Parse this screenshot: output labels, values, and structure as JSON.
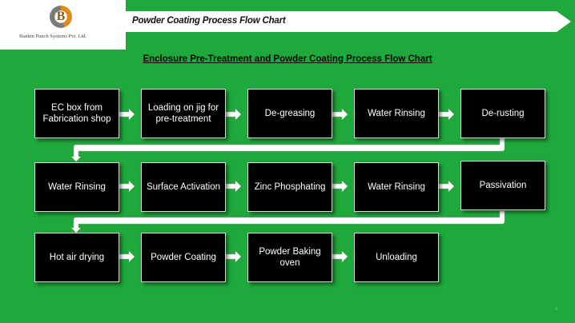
{
  "logo": {
    "letter": "B",
    "company": "Bankin Punch Systems Pvt. Ltd."
  },
  "header": {
    "title": "Powder Coating Process Flow Chart"
  },
  "subtitle": "Enclosure Pre-Treatment and Powder Coating Process Flow Chart",
  "steps": [
    "EC box from Fabrication shop",
    "Loading on jig for pre-treatment",
    "De-greasing",
    "Water Rinsing",
    "De-rusting",
    "Water Rinsing",
    "Surface Activation",
    "Zinc Phosphating",
    "Water Rinsing",
    "Passivation",
    "Hot air drying",
    "Powder Coating",
    "Powder Baking oven",
    "Unloading"
  ],
  "page_number": "4",
  "colors": {
    "background": "#1fa83c",
    "box": "#000000",
    "arrow": "#ffffff"
  }
}
